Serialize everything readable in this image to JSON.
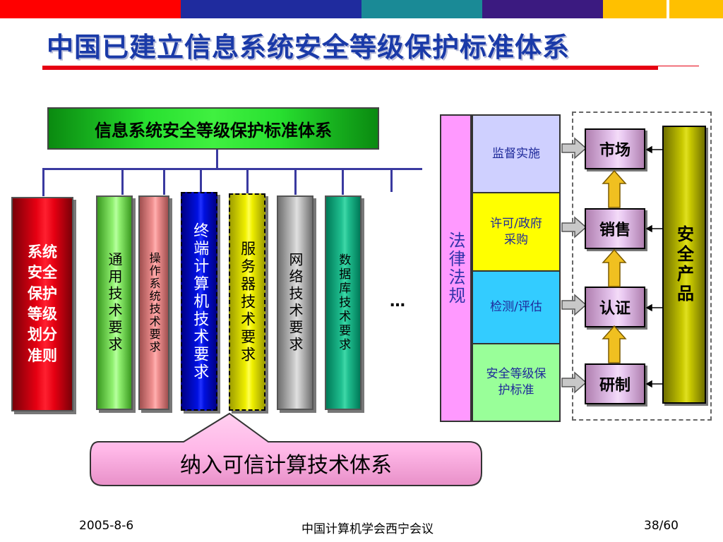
{
  "colors": {
    "top_strips": [
      "#ff0000",
      "#ffffff",
      "#1f2b9e",
      "#1a8a96",
      "#3b1a80",
      "#ffc000"
    ],
    "title": "#1a3aa8",
    "title_rule": "#e60012",
    "law_bg": "#ff99ff"
  },
  "slide": {
    "title": "中国已建立信息系统安全等级保护标准体系"
  },
  "left": {
    "header": "信息系统安全等级保护标准体系",
    "columns": [
      {
        "label": "系统安全保护等级划分准则"
      },
      {
        "label": "通用技术要求"
      },
      {
        "label": "操作系统技术要求"
      },
      {
        "label": "终端计算机技术要求"
      },
      {
        "label": "服务器技术要求"
      },
      {
        "label": "网络技术要求"
      },
      {
        "label": "数据库技术要求"
      }
    ],
    "ellipsis": "…",
    "callout": "纳入可信计算技术体系"
  },
  "right": {
    "law": "法律法规",
    "stack": [
      {
        "label": "监督实施"
      },
      {
        "label": "许可/政府采购"
      },
      {
        "label": "检测/评估"
      },
      {
        "label": "安全等级保护标准"
      }
    ],
    "market_steps": [
      {
        "label": "市场"
      },
      {
        "label": "销售"
      },
      {
        "label": "认证"
      },
      {
        "label": "研制"
      }
    ],
    "product": "安全产品"
  },
  "footer": {
    "date": "2005-8-6",
    "conference": "中国计算机学会西宁会议",
    "page": "38/60"
  }
}
